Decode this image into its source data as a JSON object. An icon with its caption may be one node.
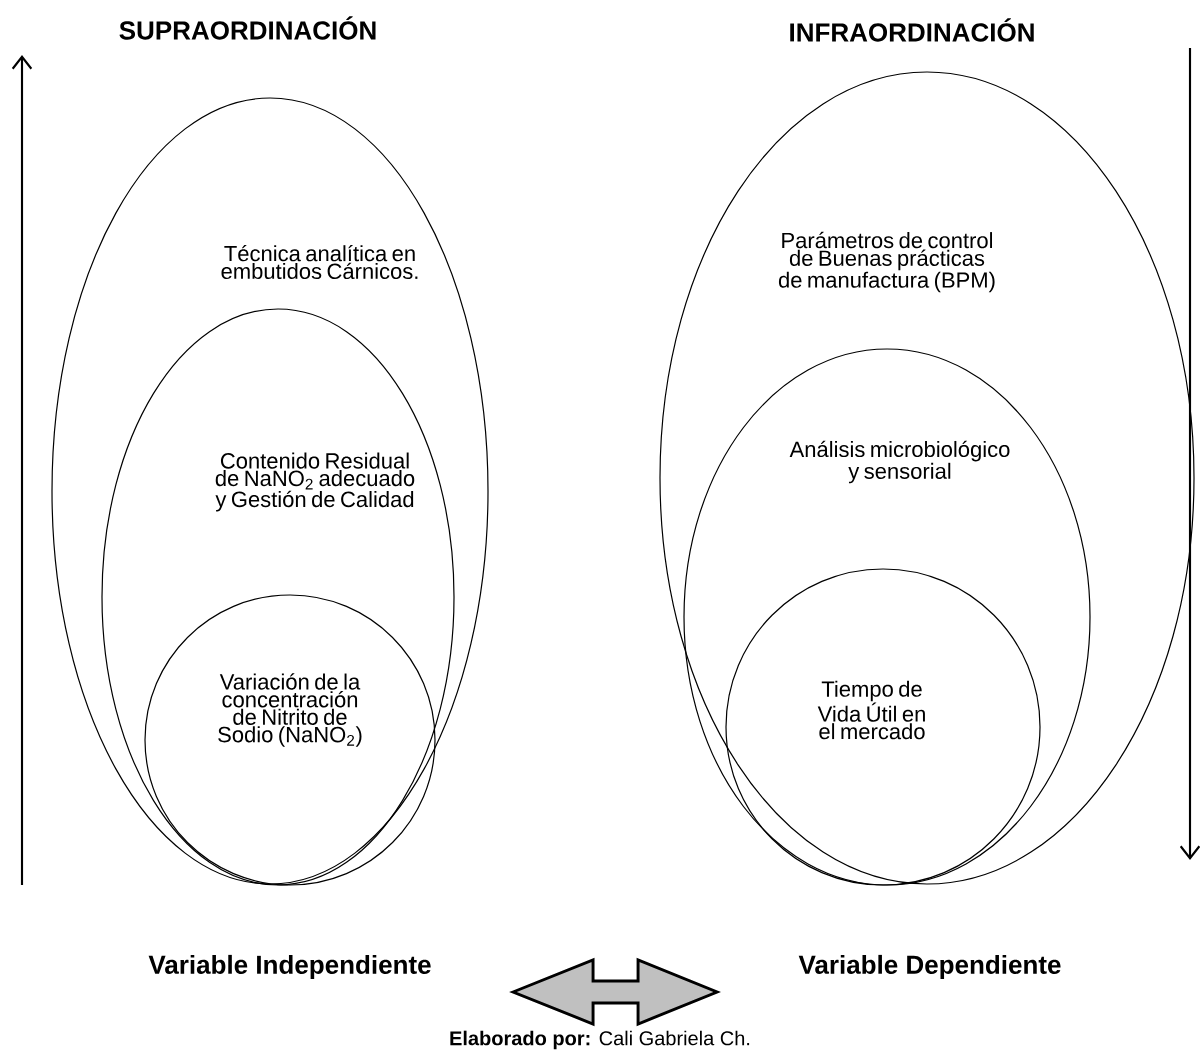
{
  "diagram": {
    "nodes": [
      {
        "text": [
          "Técnica analítica en embutidos Cárnicos."
        ]
      },
      {
        "text": [
          "Contenido Residual de NaNO$_{2}$ adecuado y Gestión de Calidad"
        ],
        "in": 0
      },
      {
        "text": [
          "Variación de la concentración de Nitrito de Sodio (NaNO$_{2}$)"
        ],
        "in": 1
      },
      {
        "text": [
          "Parámetros de control de Buenas prácticas de manufactura (BPM)"
        ]
      },
      {
        "text": [
          "Análisis microbiológico y sensorial"
        ],
        "in": 3
      },
      {
        "text": [
          "Tiempo de Vida Útil en el mercado"
        ],
        "in": 4
      },
      {
        "text": [
          "Variable Independiente"
        ]
      },
      {
        "text": [
          "Variable Dependiente"
        ]
      }
    ],
    "edges": [
      {
        "from": 6,
        "to": 7,
        "arrow": "both"
      }
    ],
    "labels": [
      "SUPRAORDINACIÓN",
      "INFRAORDINACIÓN",
      "**Elaborado por:** Cali Gabriela Ch."
    ]
  }
}
